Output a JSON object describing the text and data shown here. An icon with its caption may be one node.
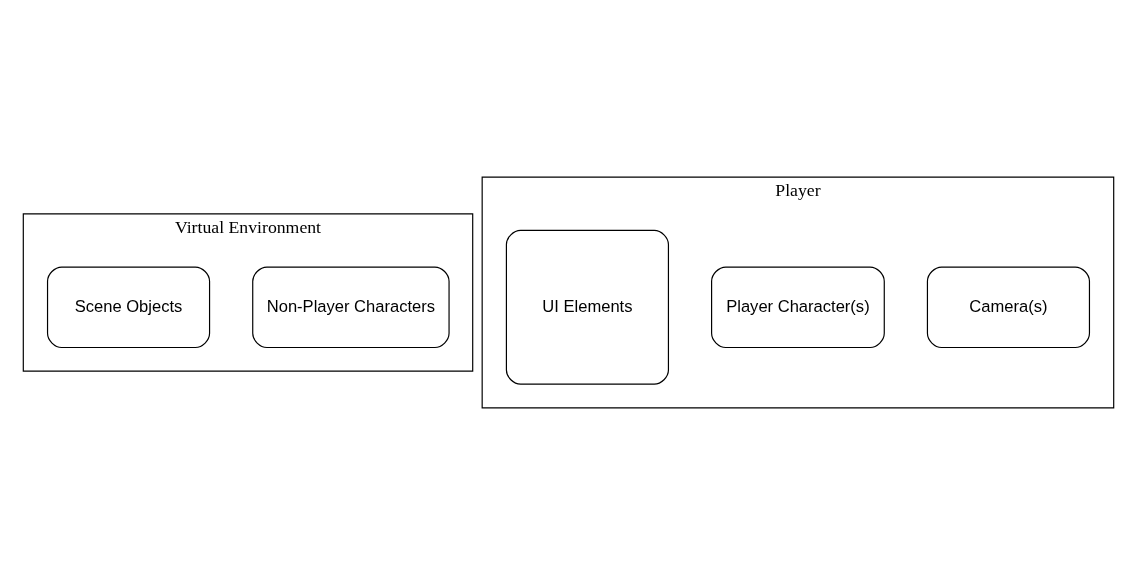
{
  "diagram": {
    "nodes": [
      {
        "text": [
          "Virtual Environment"
        ]
      },
      {
        "text": [
          "Non-Player Characters"
        ],
        "in": 0
      },
      {
        "text": [
          "Scene Objects"
        ],
        "in": 0
      },
      {
        "text": [
          "Player"
        ]
      },
      {
        "text": [
          "Camera(s)"
        ],
        "in": 3
      },
      {
        "text": [
          "Player Character(s)"
        ],
        "in": 3
      },
      {
        "text": [
          "UI Elements"
        ],
        "in": 3
      }
    ]
  }
}
